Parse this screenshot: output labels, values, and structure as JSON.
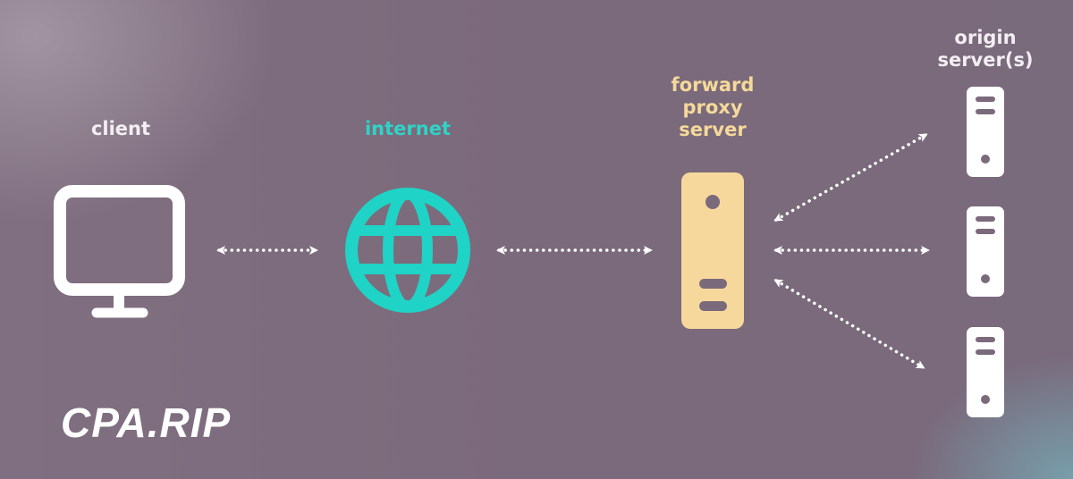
{
  "nodes": {
    "client": {
      "label": "client"
    },
    "internet": {
      "label": "internet"
    },
    "proxy": {
      "label_lines": [
        "forward",
        "proxy",
        "server"
      ]
    },
    "origin": {
      "label_lines": [
        "origin",
        "server(s)"
      ]
    }
  },
  "brand": "CPA.RIP",
  "colors": {
    "client": "#ffffff",
    "internet": "#1fd3c6",
    "proxy": "#f6d89c",
    "origin": "#ffffff",
    "arrow": "#ffffff"
  },
  "icons": {
    "client": "monitor-icon",
    "internet": "globe-icon",
    "proxy": "server-icon",
    "origin": "server-icon"
  }
}
